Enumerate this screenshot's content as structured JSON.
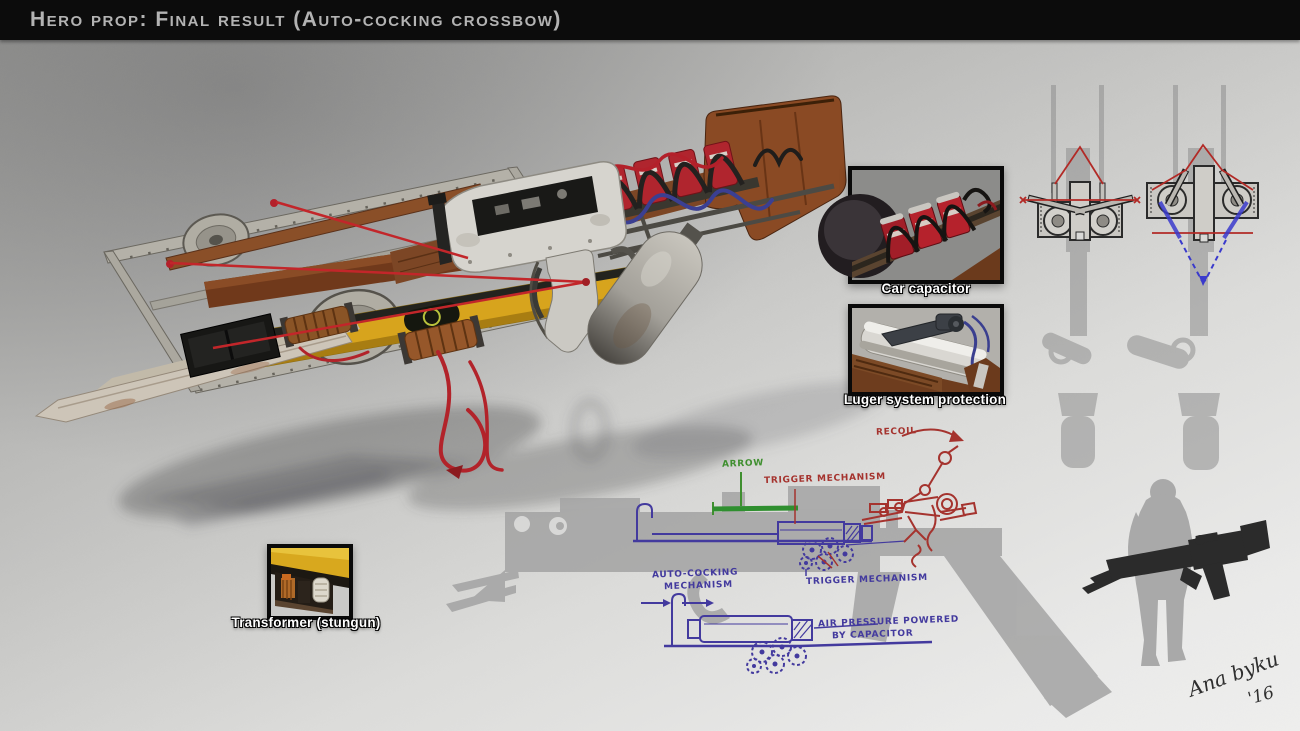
{
  "header": {
    "title": "Hero prop: Final result (Auto-cocking crossbow)"
  },
  "insets": {
    "car_capacitor": {
      "label": "Car capacitor"
    },
    "luger": {
      "label": "Luger system protection"
    },
    "transformer": {
      "label": "Transformer (stungun)"
    }
  },
  "annotations": {
    "arrow": "Arrow",
    "trigger_top": "Trigger mechanism",
    "recoil": "Recoil",
    "auto_cocking_line1": "Auto-cocking",
    "auto_cocking_line2": "mechanism",
    "trigger_bottom": "Trigger mechanism",
    "air_line1": "Air pressure powered",
    "air_line2": "by capacitor"
  },
  "signature": {
    "name": "Ana byku",
    "year": "'16"
  },
  "colors": {
    "header_bg": "#0c0c0c",
    "title_text": "#b3b3b3",
    "annotation_green": "#3f8f2f",
    "annotation_red": "#a5332e",
    "annotation_blue": "#433a9e",
    "bow_string_red": "#c2262a",
    "level_yellow": "#d7a41d",
    "capacitor_red": "#b0252e"
  }
}
